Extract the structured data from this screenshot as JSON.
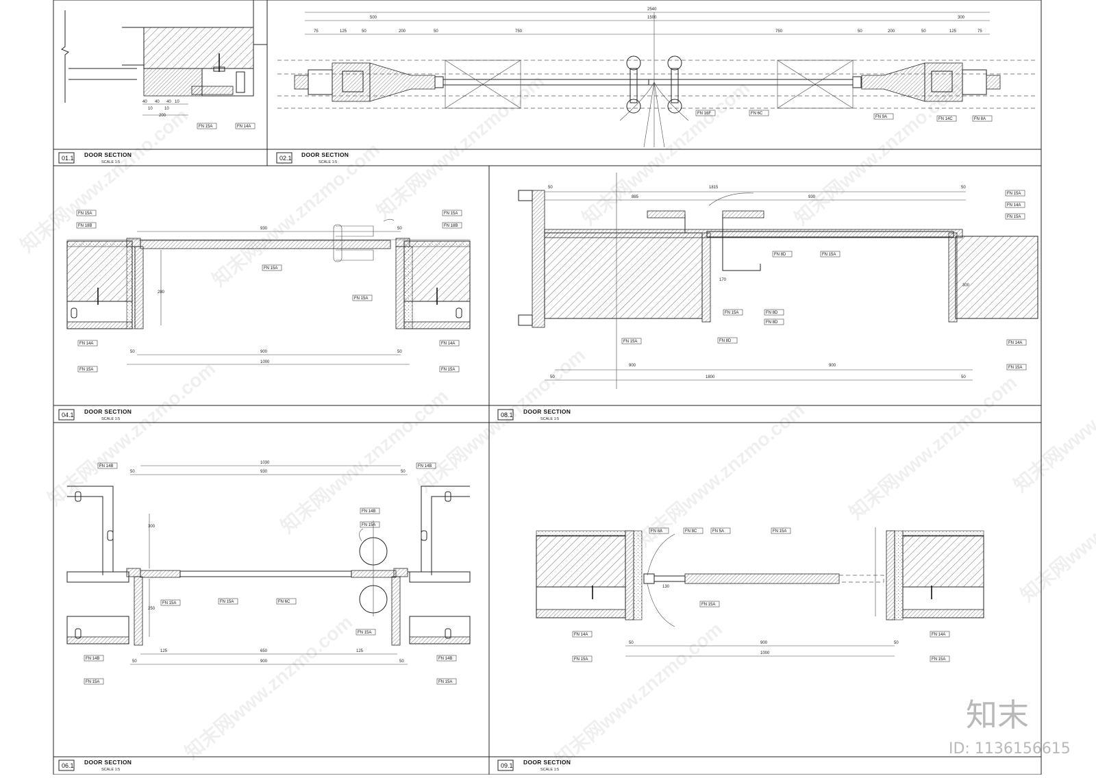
{
  "panels": [
    {
      "id": "01.1",
      "title": "DOOR SECTION",
      "scale": "SCALE 1:5"
    },
    {
      "id": "02.1",
      "title": "DOOR SECTION",
      "scale": "SCALE 1:5"
    },
    {
      "id": "04.1",
      "title": "DOOR SECTION",
      "scale": "SCALE 1:5"
    },
    {
      "id": "08.1",
      "title": "DOOR SECTION",
      "scale": "SCALE 1:5"
    },
    {
      "id": "06.1",
      "title": "DOOR SECTION",
      "scale": "SCALE 1:5"
    },
    {
      "id": "09.1",
      "title": "DOOR SECTION",
      "scale": "SCALE 1:5"
    }
  ],
  "dims": {
    "p01": [
      "40",
      "40",
      "40",
      "10",
      "10",
      "10",
      "200"
    ],
    "p02_total": "2540",
    "p02_mid": [
      "500",
      "1500",
      "300"
    ],
    "p02_row": [
      "75",
      "125",
      "50",
      "200",
      "50",
      "750",
      "750",
      "50",
      "200",
      "50",
      "125",
      "75"
    ],
    "p04": [
      "930",
      "900",
      "1000",
      "50",
      "50",
      "280",
      "50"
    ],
    "p08": [
      "1815",
      "885",
      "930",
      "50",
      "50",
      "170",
      "300",
      "900",
      "900",
      "1800",
      "50",
      "50"
    ],
    "p06": [
      "1030",
      "930",
      "50",
      "50",
      "125",
      "650",
      "125",
      "900",
      "50",
      "50",
      "300",
      "250"
    ],
    "p09": [
      "900",
      "1000",
      "50",
      "50",
      "130"
    ]
  },
  "tags": {
    "p01": [
      "FN 15A",
      "FN 14A"
    ],
    "p02": [
      "FN 16F",
      "FN 6C",
      "FN 9A",
      "FN 14C",
      "FN 8A"
    ],
    "p04": [
      "FN 15A",
      "FN 18B",
      "FN 15A",
      "FN 18B",
      "FN 15A",
      "FN 15A",
      "FN 14A",
      "FN 15A",
      "FN 14A",
      "FN 15A"
    ],
    "p08": [
      "FN 15A",
      "FN 14A",
      "FN 15A",
      "FN 8D",
      "FN 15A",
      "FN 8D",
      "FN 8D",
      "FN 15A",
      "FN 15A",
      "FN 8D",
      "FN 14A",
      "FN 15A"
    ],
    "p06": [
      "FN 14B",
      "FN 14B",
      "FN 14B",
      "FN 15A",
      "FN 15A",
      "FN 15A",
      "FN 6C",
      "FN 15A",
      "FN 14B",
      "FN 15A",
      "FN 14B",
      "FN 15A"
    ],
    "p09": [
      "FN 8A",
      "FN 8C",
      "FN 5A",
      "FN 15A",
      "FN 15A",
      "FN 14A",
      "FN 15A",
      "FN 14A",
      "FN 15A"
    ]
  },
  "watermark": {
    "text": "知末网www.znzmo.com",
    "brand": "知末",
    "image_id": "ID: 1136156615"
  }
}
